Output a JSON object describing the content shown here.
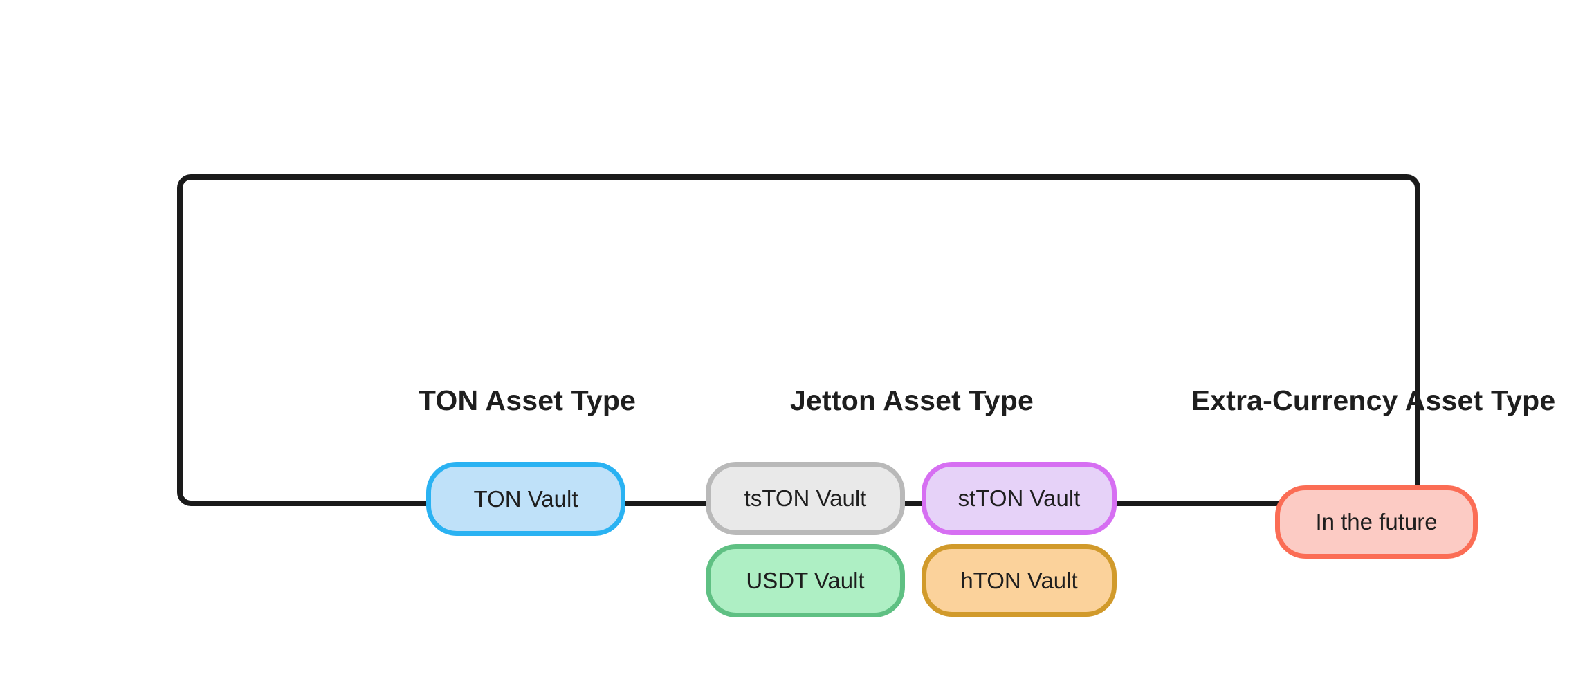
{
  "page": {
    "background": "#ffffff",
    "text_color": "#1e1e1e",
    "frame_border_color": "#1a1a1a"
  },
  "diagram": {
    "columns": [
      {
        "title": "TON Asset Type",
        "pills": [
          {
            "label": "TON Vault",
            "fill": "#bfe1f9",
            "border": "#2ab2f2"
          }
        ]
      },
      {
        "title": "Jetton Asset Type",
        "pills": [
          {
            "label": "tsTON Vault",
            "fill": "#e9e9e9",
            "border": "#b9b9b9"
          },
          {
            "label": "stTON Vault",
            "fill": "#e6d2f8",
            "border": "#d66ff2"
          },
          {
            "label": "USDT Vault",
            "fill": "#aeefc4",
            "border": "#5fc083"
          },
          {
            "label": "hTON Vault",
            "fill": "#fbd29b",
            "border": "#d19a2b"
          }
        ]
      },
      {
        "title": "Extra-Currency Asset Type",
        "pills": [
          {
            "label": "In the future",
            "fill": "#fccbc4",
            "border": "#fb6d55"
          }
        ]
      }
    ]
  }
}
